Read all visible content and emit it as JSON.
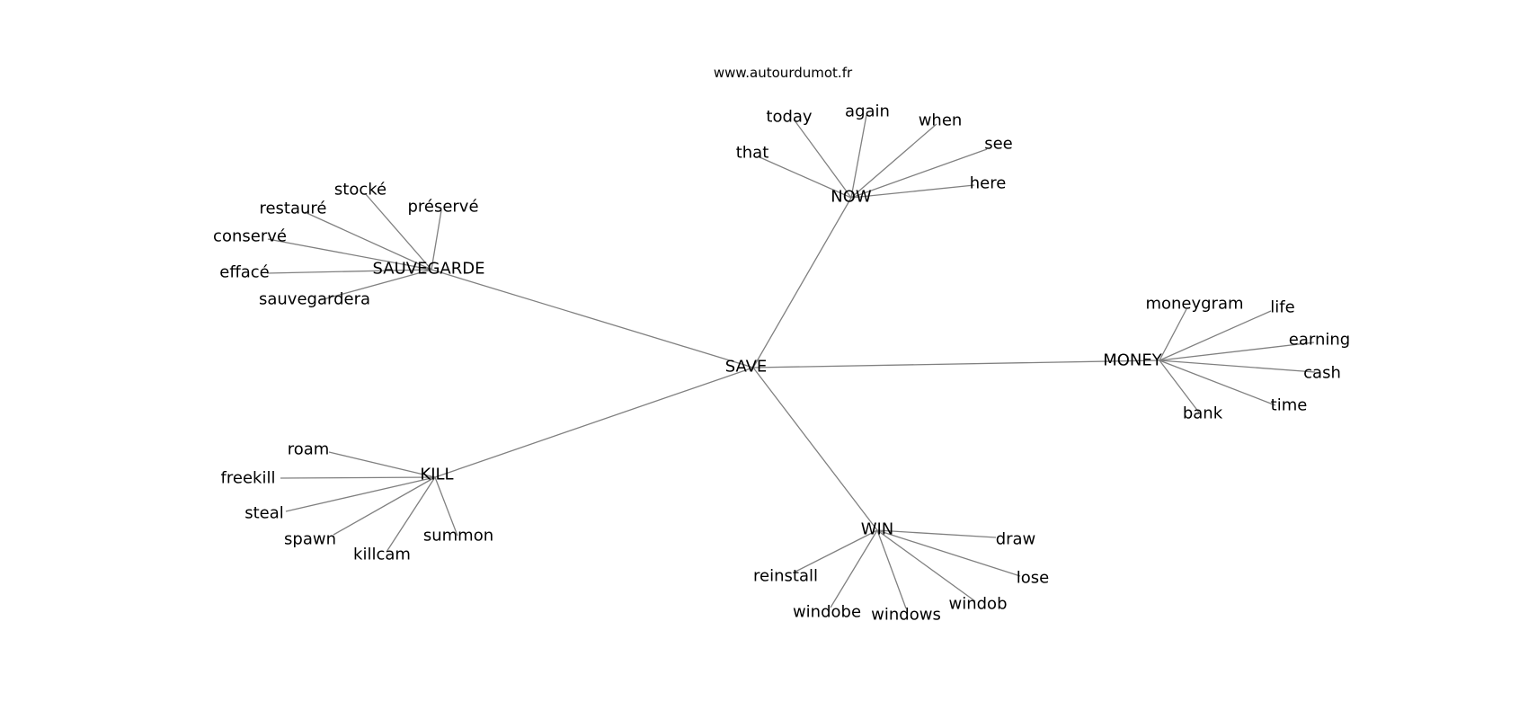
{
  "credit": "www.autourdumot.fr",
  "colors": {
    "edge": "#808080",
    "text": "#000000",
    "background": "#ffffff"
  },
  "graph": {
    "center": "SAVE",
    "clusters": [
      {
        "hub": "NOW",
        "words": [
          "today",
          "again",
          "when",
          "see",
          "here",
          "that"
        ]
      },
      {
        "hub": "SAUVEGARDE",
        "words": [
          "stocké",
          "préservé",
          "restauré",
          "conservé",
          "effacé",
          "sauvegardera"
        ]
      },
      {
        "hub": "MONEY",
        "words": [
          "moneygram",
          "life",
          "earning",
          "cash",
          "time",
          "bank"
        ]
      },
      {
        "hub": "KILL",
        "words": [
          "roam",
          "freekill",
          "steal",
          "spawn",
          "killcam",
          "summon"
        ]
      },
      {
        "hub": "WIN",
        "words": [
          "draw",
          "lose",
          "windob",
          "windows",
          "windobe",
          "reinstall"
        ]
      }
    ]
  }
}
